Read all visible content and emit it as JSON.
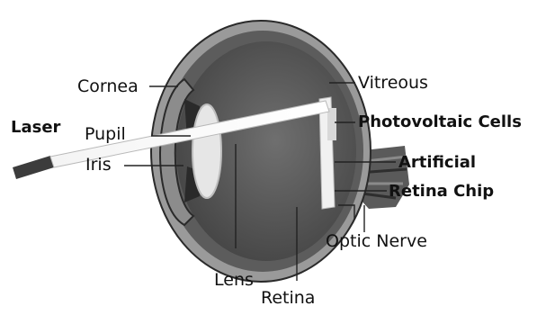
{
  "diagram": {
    "labels": {
      "cornea": "Cornea",
      "vitreous": "Vitreous",
      "laser": "Laser",
      "pupil": "Pupil",
      "iris": "Iris",
      "photovoltaic_cells": "Photovoltaic Cells",
      "artificial": "Artificial",
      "retina_chip": "Retina Chip",
      "optic_nerve": "Optic Nerve",
      "lens": "Lens",
      "retina": "Retina"
    }
  }
}
